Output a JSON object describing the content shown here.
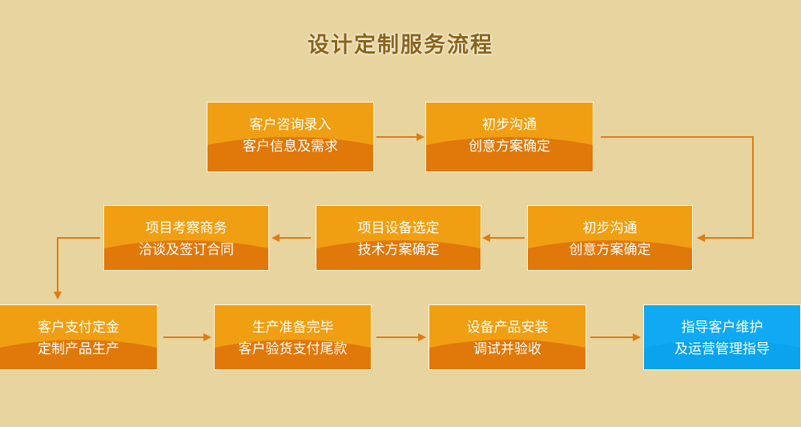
{
  "title": "设计定制服务流程",
  "colors": {
    "background": "#e8d49f",
    "box_orange": "#f09f12",
    "box_blue": "#10aaf4",
    "arrow": "#e07b12"
  },
  "steps": [
    {
      "line1": "客户咨询录入",
      "line2": "客户信息及需求"
    },
    {
      "line1": "初步沟通",
      "line2": "创意方案确定"
    },
    {
      "line1": "初步沟通",
      "line2": "创意方案确定"
    },
    {
      "line1": "项目设备选定",
      "line2": "技术方案确定"
    },
    {
      "line1": "项目考察商务",
      "line2": "洽谈及签订合同"
    },
    {
      "line1": "客户支付定金",
      "line2": "定制产品生产"
    },
    {
      "line1": "生产准备完毕",
      "line2": "客户验货支付尾款"
    },
    {
      "line1": "设备产品安装",
      "line2": "调试并验收"
    },
    {
      "line1": "指导客户维护",
      "line2": "及运营管理指导"
    }
  ]
}
